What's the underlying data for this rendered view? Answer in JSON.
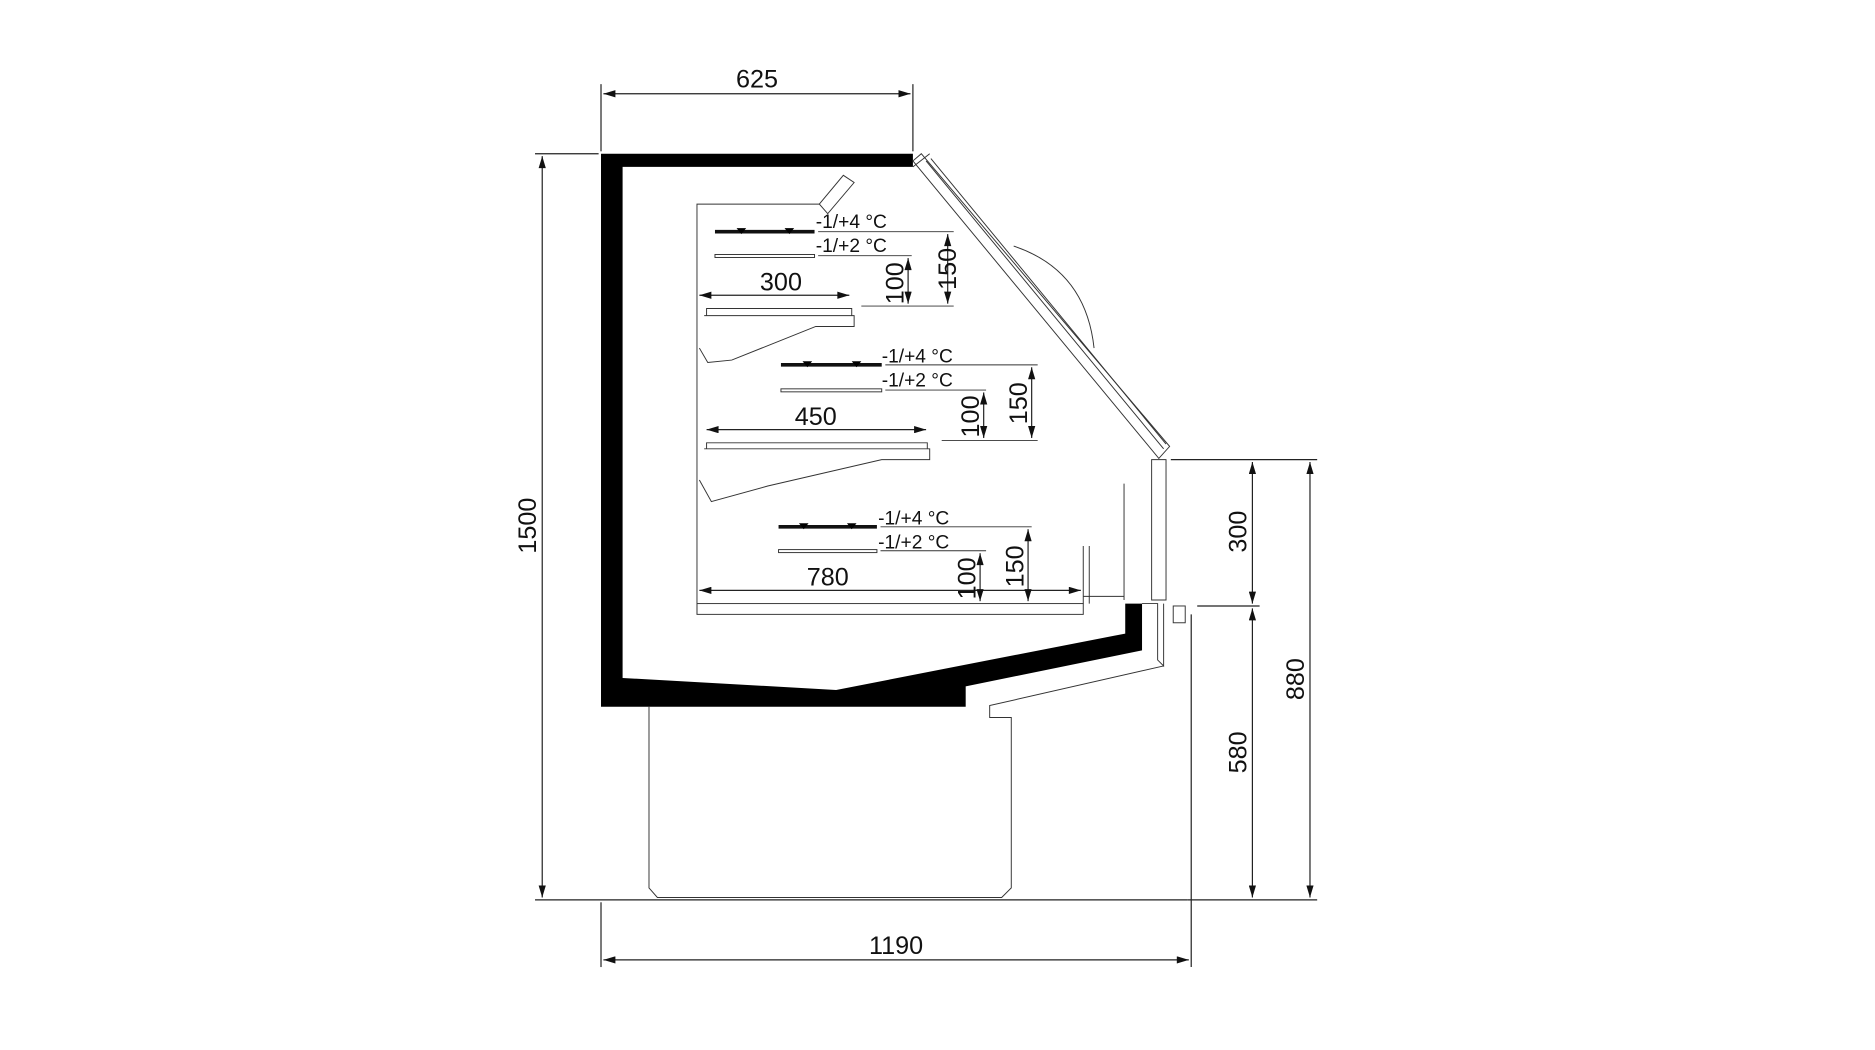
{
  "drawing": {
    "overall": {
      "width": "1190",
      "height": "1500",
      "top_depth": "625"
    },
    "front": {
      "upper": "300",
      "lower": "580",
      "counter_height": "880"
    },
    "shelves": [
      {
        "depth": "300",
        "temp_top": "-1/+4 °C",
        "temp_bottom": "-1/+2 °C",
        "gap_small": "100",
        "gap_large": "150"
      },
      {
        "depth": "450",
        "temp_top": "-1/+4 °C",
        "temp_bottom": "-1/+2 °C",
        "gap_small": "100",
        "gap_large": "150"
      },
      {
        "depth": "780",
        "temp_top": "-1/+4 °C",
        "temp_bottom": "-1/+2 °C",
        "gap_small": "100",
        "gap_large": "150"
      }
    ]
  }
}
